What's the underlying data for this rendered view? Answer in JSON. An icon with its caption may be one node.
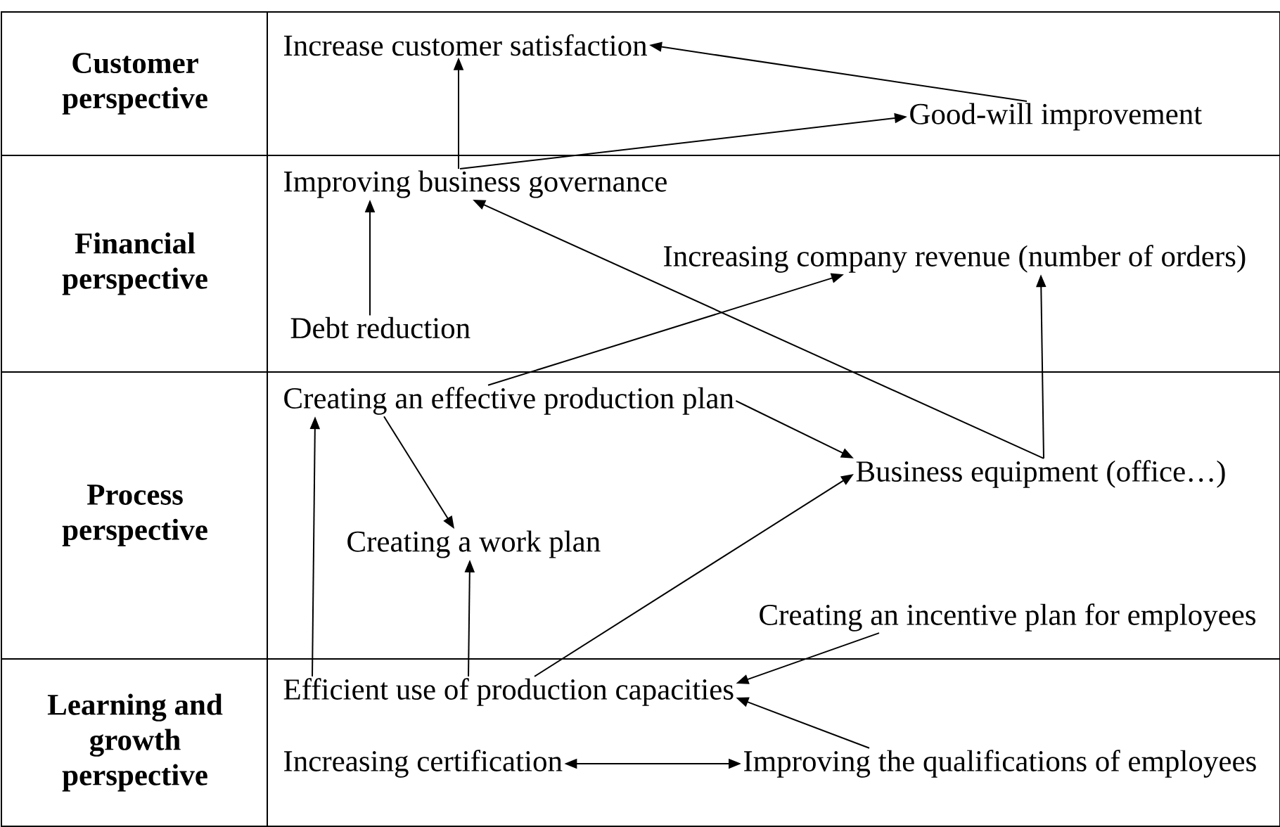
{
  "diagram": {
    "nodes": [
      {
        "text": [
          "Customer perspective"
        ]
      },
      {
        "text": [
          "Increase customer satisfaction"
        ],
        "in": 0
      },
      {
        "text": [
          "Good-will improvement"
        ],
        "in": 0
      },
      {
        "text": [
          "Financial perspective"
        ]
      },
      {
        "text": [
          "Improving business governance"
        ],
        "in": 3
      },
      {
        "text": [
          "Increasing company revenue (number of orders)"
        ],
        "in": 3
      },
      {
        "text": [
          "Debt reduction"
        ],
        "in": 3
      },
      {
        "text": [
          "Process perspective"
        ]
      },
      {
        "text": [
          "Creating an effective production plan"
        ],
        "in": 7
      },
      {
        "text": [
          "Business equipment (office…)"
        ],
        "in": 7
      },
      {
        "text": [
          "Creating a work plan"
        ],
        "in": 7
      },
      {
        "text": [
          "Creating an incentive plan for employees"
        ],
        "in": 7
      },
      {
        "text": [
          "Learning and growth perspective"
        ]
      },
      {
        "text": [
          "Efficient use of production capacities"
        ],
        "in": 12
      },
      {
        "text": [
          "Increasing certification"
        ],
        "in": 12
      },
      {
        "text": [
          "Improving the qualifications of employees"
        ],
        "in": 12
      }
    ],
    "edges": [
      {
        "from": 2,
        "to": 1,
        "arrow": "to"
      },
      {
        "from": 4,
        "to": 2,
        "arrow": "to"
      },
      {
        "from": 4,
        "to": 1,
        "arrow": "to"
      },
      {
        "from": 6,
        "to": 4,
        "arrow": "to"
      },
      {
        "from": 9,
        "to": 4,
        "arrow": "to"
      },
      {
        "from": 9,
        "to": 5,
        "arrow": "to"
      },
      {
        "from": 8,
        "to": 5,
        "arrow": "to"
      },
      {
        "from": 8,
        "to": 9,
        "arrow": "to"
      },
      {
        "from": 8,
        "to": 10,
        "arrow": "to"
      },
      {
        "from": 13,
        "to": 8,
        "arrow": "to"
      },
      {
        "from": 13,
        "to": 10,
        "arrow": "to"
      },
      {
        "from": 13,
        "to": 9,
        "arrow": "to"
      },
      {
        "from": 11,
        "to": 13,
        "arrow": "to"
      },
      {
        "from": 15,
        "to": 13,
        "arrow": "to"
      },
      {
        "from": 14,
        "to": 15,
        "arrow": "both"
      }
    ]
  }
}
